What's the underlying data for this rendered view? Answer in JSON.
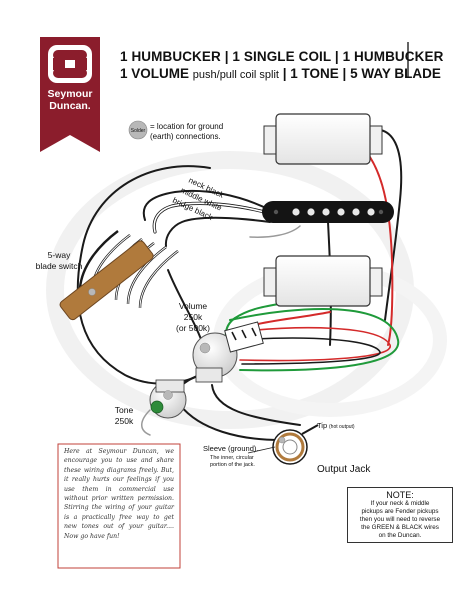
{
  "brand": {
    "name_line1": "Seymour",
    "name_line2": "Duncan.",
    "logo_color": "#8b1d2c"
  },
  "header": {
    "title_line1": "1 HUMBUCKER | 1 SINGLE COIL | 1 HUMBUCKER",
    "title_line2_main1": "1 VOLUME",
    "title_line2_small": "push/pull coil split",
    "title_line2_main2": "| 1 TONE | 5 WAY BLADE"
  },
  "legend": {
    "solder_label": "Solder",
    "text_line1": "= location for ground",
    "text_line2": "(earth) connections."
  },
  "labels": {
    "switch_line1": "5-way",
    "switch_line2": "blade switch",
    "neck_black": "neck black",
    "middle_white": "middle white",
    "bridge_black": "bridge black",
    "volume_line1": "Volume",
    "volume_line2": "250k",
    "volume_line3": "(or 500k)",
    "tone_line1": "Tone",
    "tone_line2": "250k",
    "tip": "Tip",
    "tip_small": "(hot output)",
    "sleeve_line1": "Sleeve (ground).",
    "sleeve_line2": "The inner, circular",
    "sleeve_line3": "portion of the jack.",
    "output_jack": "Output Jack"
  },
  "note": {
    "title": "NOTE:",
    "line1": "If your neck & middle",
    "line2": "pickups are Fender pickups",
    "line3": "then you will need to reverse",
    "line4": "the GREEN & BLACK wires",
    "line5": "on the Duncan."
  },
  "handwritten": "Here at Seymour Duncan, we encourage you to use and share these wiring diagrams freely. But, it really hurts our feelings if you use them in commercial use without prior written permission. Stirring the wiring of your guitar is a practically free way to get new tones out of your guitar.... Now go have fun!",
  "colors": {
    "wire_black": "#1a1a1a",
    "wire_red": "#d42a2a",
    "wire_green": "#1f9a3a",
    "wire_white": "#ffffff",
    "wire_bare": "#9a9a9a",
    "switch_tan": "#b07a3c",
    "solder_grey": "#b8b8b8"
  }
}
